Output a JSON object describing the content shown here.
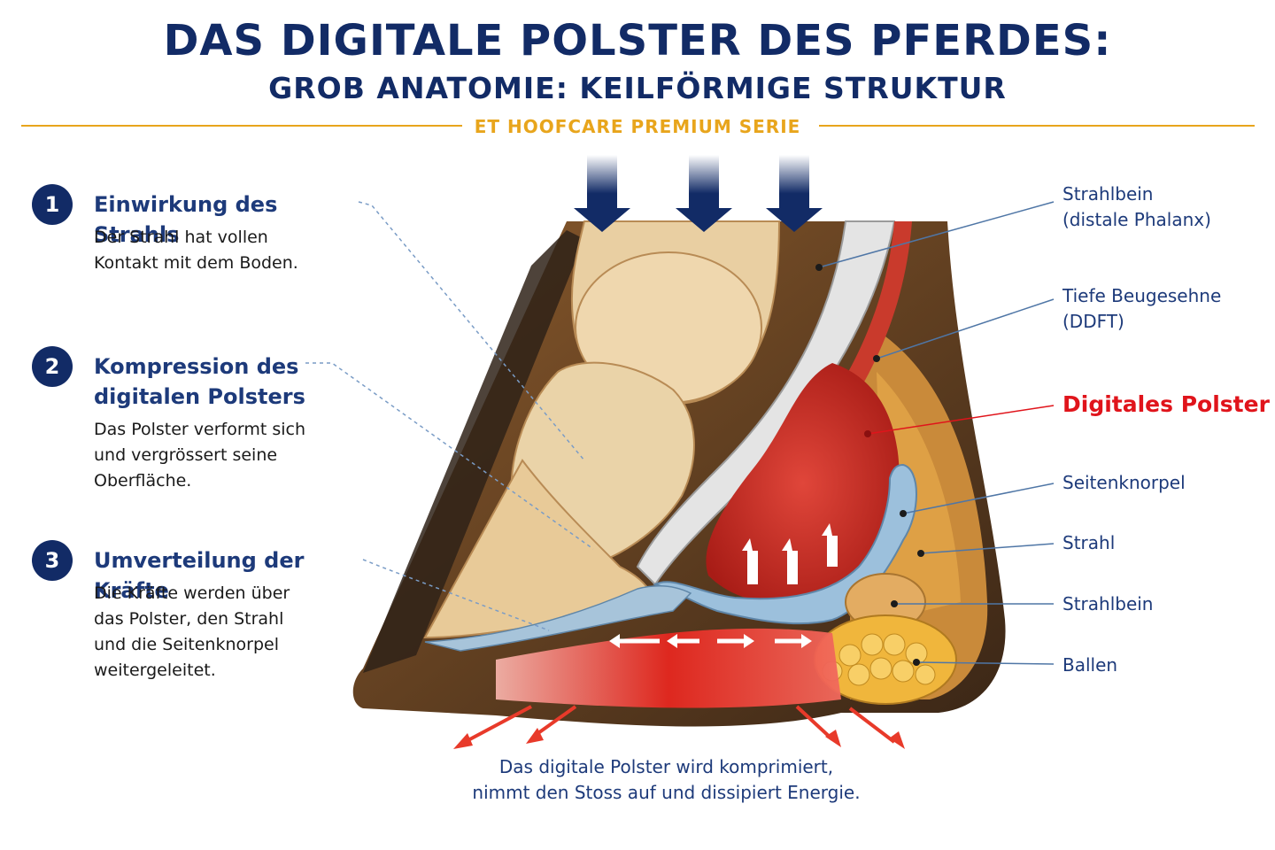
{
  "title": "DAS DIGITALE POLSTER DES PFERDES:",
  "subtitle": "GROB ANATOMIE: KEILFÖRMIGE STRUKTUR",
  "series": "ET HOOFCARE PREMIUM SERIE",
  "steps": [
    {
      "number": "1",
      "title": "Einwirkung des Strahls",
      "text": "Der Strahl hat vollen Kontakt mit dem Boden."
    },
    {
      "number": "2",
      "title": "Kompression des digitalen Polsters",
      "text": "Das Polster verformt sich und vergrössert seine Oberfläche."
    },
    {
      "number": "3",
      "title": "Umverteilung der Kräfte",
      "text": "Die Kräfte werden über das Polster, den Strahl und die Seitenknorpel weitergeleitet."
    }
  ],
  "labels": [
    {
      "line1": "Strahlbein",
      "line2": "(distale Phalanx)"
    },
    {
      "line1": "Tiefe Beugesehne",
      "line2": "(DDFT)"
    },
    {
      "line1": "Digitales Polster",
      "line2": ""
    },
    {
      "line1": "Seitenknorpel",
      "line2": ""
    },
    {
      "line1": "Strahl",
      "line2": ""
    },
    {
      "line1": "Strahlbein",
      "line2": ""
    },
    {
      "line1": "Ballen",
      "line2": ""
    }
  ],
  "caption": {
    "line1": "Das digitale Polster wird komprimiert,",
    "line2": "nimmt den Stoss auf und dissipiert Energie."
  },
  "colors": {
    "navy": "#122b66",
    "accent": "#e8a51c",
    "highlight": "#e0141b",
    "bone": "#e9cfa2",
    "cushion": "#cf2b22",
    "cartilage": "#8fb3d0",
    "hoof_wall": "#4a3220"
  }
}
